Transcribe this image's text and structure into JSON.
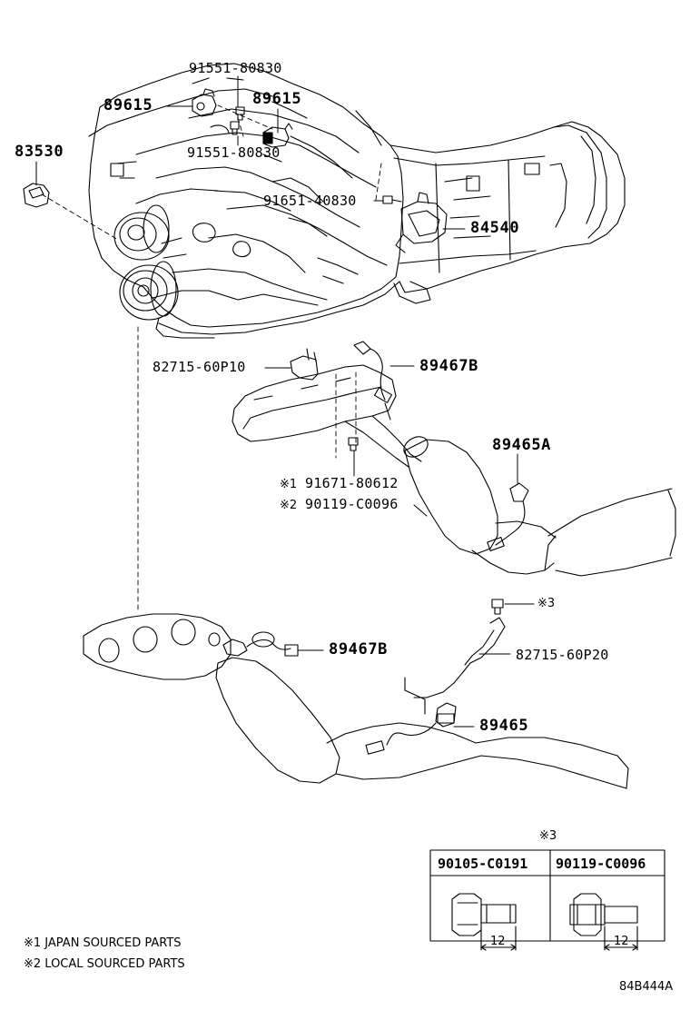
{
  "parts": {
    "p89615_left": "89615",
    "p91551_top": "91551-80830",
    "p89615_right": "89615",
    "p91551_bottom": "91551-80830",
    "p83530": "83530",
    "p91651": "91651-40830",
    "p84540": "84540",
    "p82715_60P10": "82715-60P10",
    "p89467B_top": "89467B",
    "p89465A": "89465A",
    "p91671": "91671-80612",
    "p90119": "90119-C0096",
    "p89467B_bottom": "89467B",
    "p82715_60P20": "82715-60P20",
    "p89465": "89465"
  },
  "markers": {
    "m1": "※1",
    "m2": "※2",
    "m3": "※3",
    "m3_table": "※3"
  },
  "table": {
    "col1_head": "90105-C0191",
    "col2_head": "90119-C0096",
    "col1_dim": "12",
    "col2_dim": "12"
  },
  "legend": {
    "note1": "※1  JAPAN SOURCED PARTS",
    "note2": "※2  LOCAL SOURCED PARTS"
  },
  "figure_code": "84B444A"
}
